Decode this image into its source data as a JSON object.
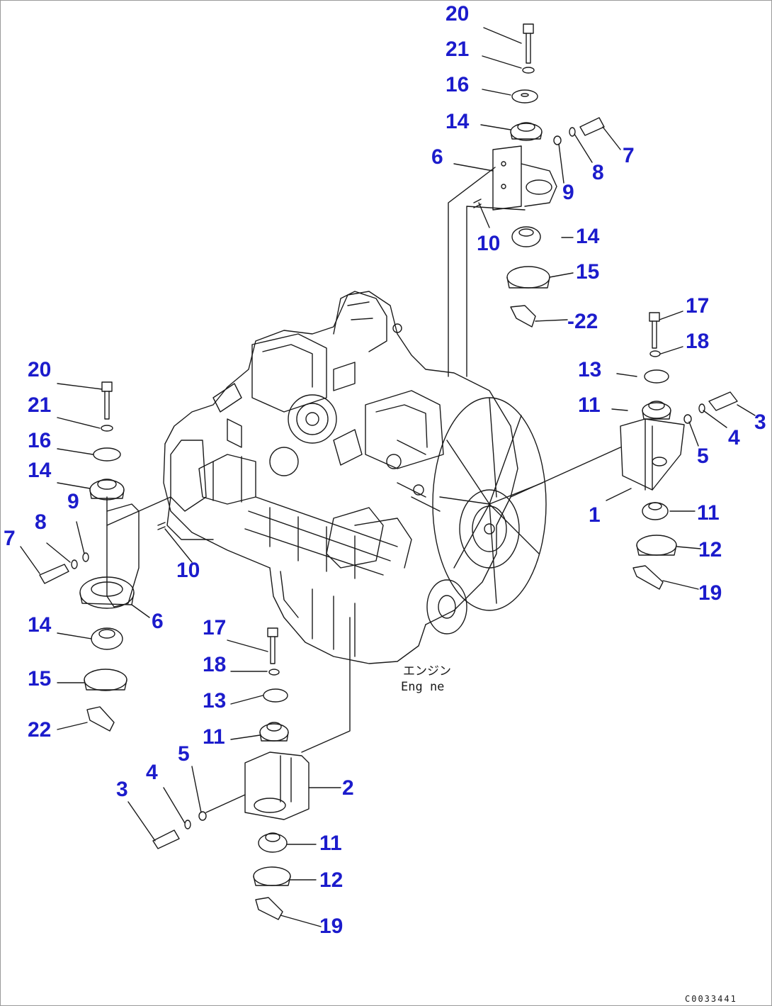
{
  "colors": {
    "callout": "#1c1ccc",
    "line": "#1a1a1a",
    "background": "#ffffff"
  },
  "engine_caption": {
    "japanese": "エンジン",
    "english": "Eng ne"
  },
  "drawing_code": "C0033441",
  "callouts": {
    "top_mount": [
      "20",
      "21",
      "16",
      "14",
      "6",
      "7",
      "8",
      "9",
      "10",
      "14",
      "15",
      "-22"
    ],
    "right_front_mount": [
      "17",
      "18",
      "13",
      "11",
      "3",
      "4",
      "5",
      "1",
      "11",
      "12",
      "19"
    ],
    "left_rear_mount": [
      "20",
      "21",
      "16",
      "14",
      "9",
      "8",
      "7",
      "10",
      "6",
      "14",
      "15",
      "22"
    ],
    "bottom_front_mount": [
      "17",
      "18",
      "13",
      "11",
      "5",
      "4",
      "3",
      "2",
      "11",
      "12",
      "19"
    ]
  }
}
